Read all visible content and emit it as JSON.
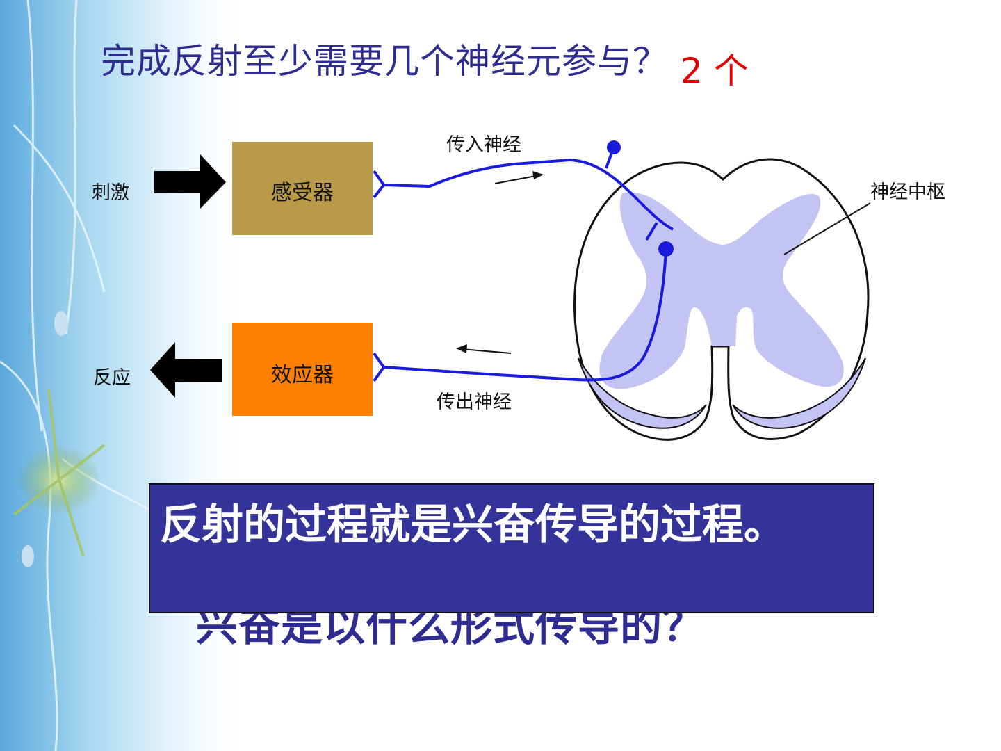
{
  "slide": {
    "title": "完成反射至少需要几个神经元参与？",
    "title_answer": "2 个",
    "hidden_question": "兴奋是以什么形式传导的？",
    "answer_box_text": "反射的过程就是兴奋传导的过程。"
  },
  "diagram": {
    "stimulus_label": "刺激",
    "response_label": "反应",
    "receptor_label": "感受器",
    "effector_label": "效应器",
    "afferent_label": "传入神经",
    "efferent_label": "传出神经",
    "center_label": "神经中枢"
  },
  "colors": {
    "title_text": "#2e2c90",
    "answer_red": "#e00000",
    "answer_box_fill": "#333399",
    "receptor_fill": "#b99a48",
    "effector_fill": "#ff8000",
    "nerve_blue": "#1a1adc",
    "gray_matter": "#c4c4f4"
  }
}
